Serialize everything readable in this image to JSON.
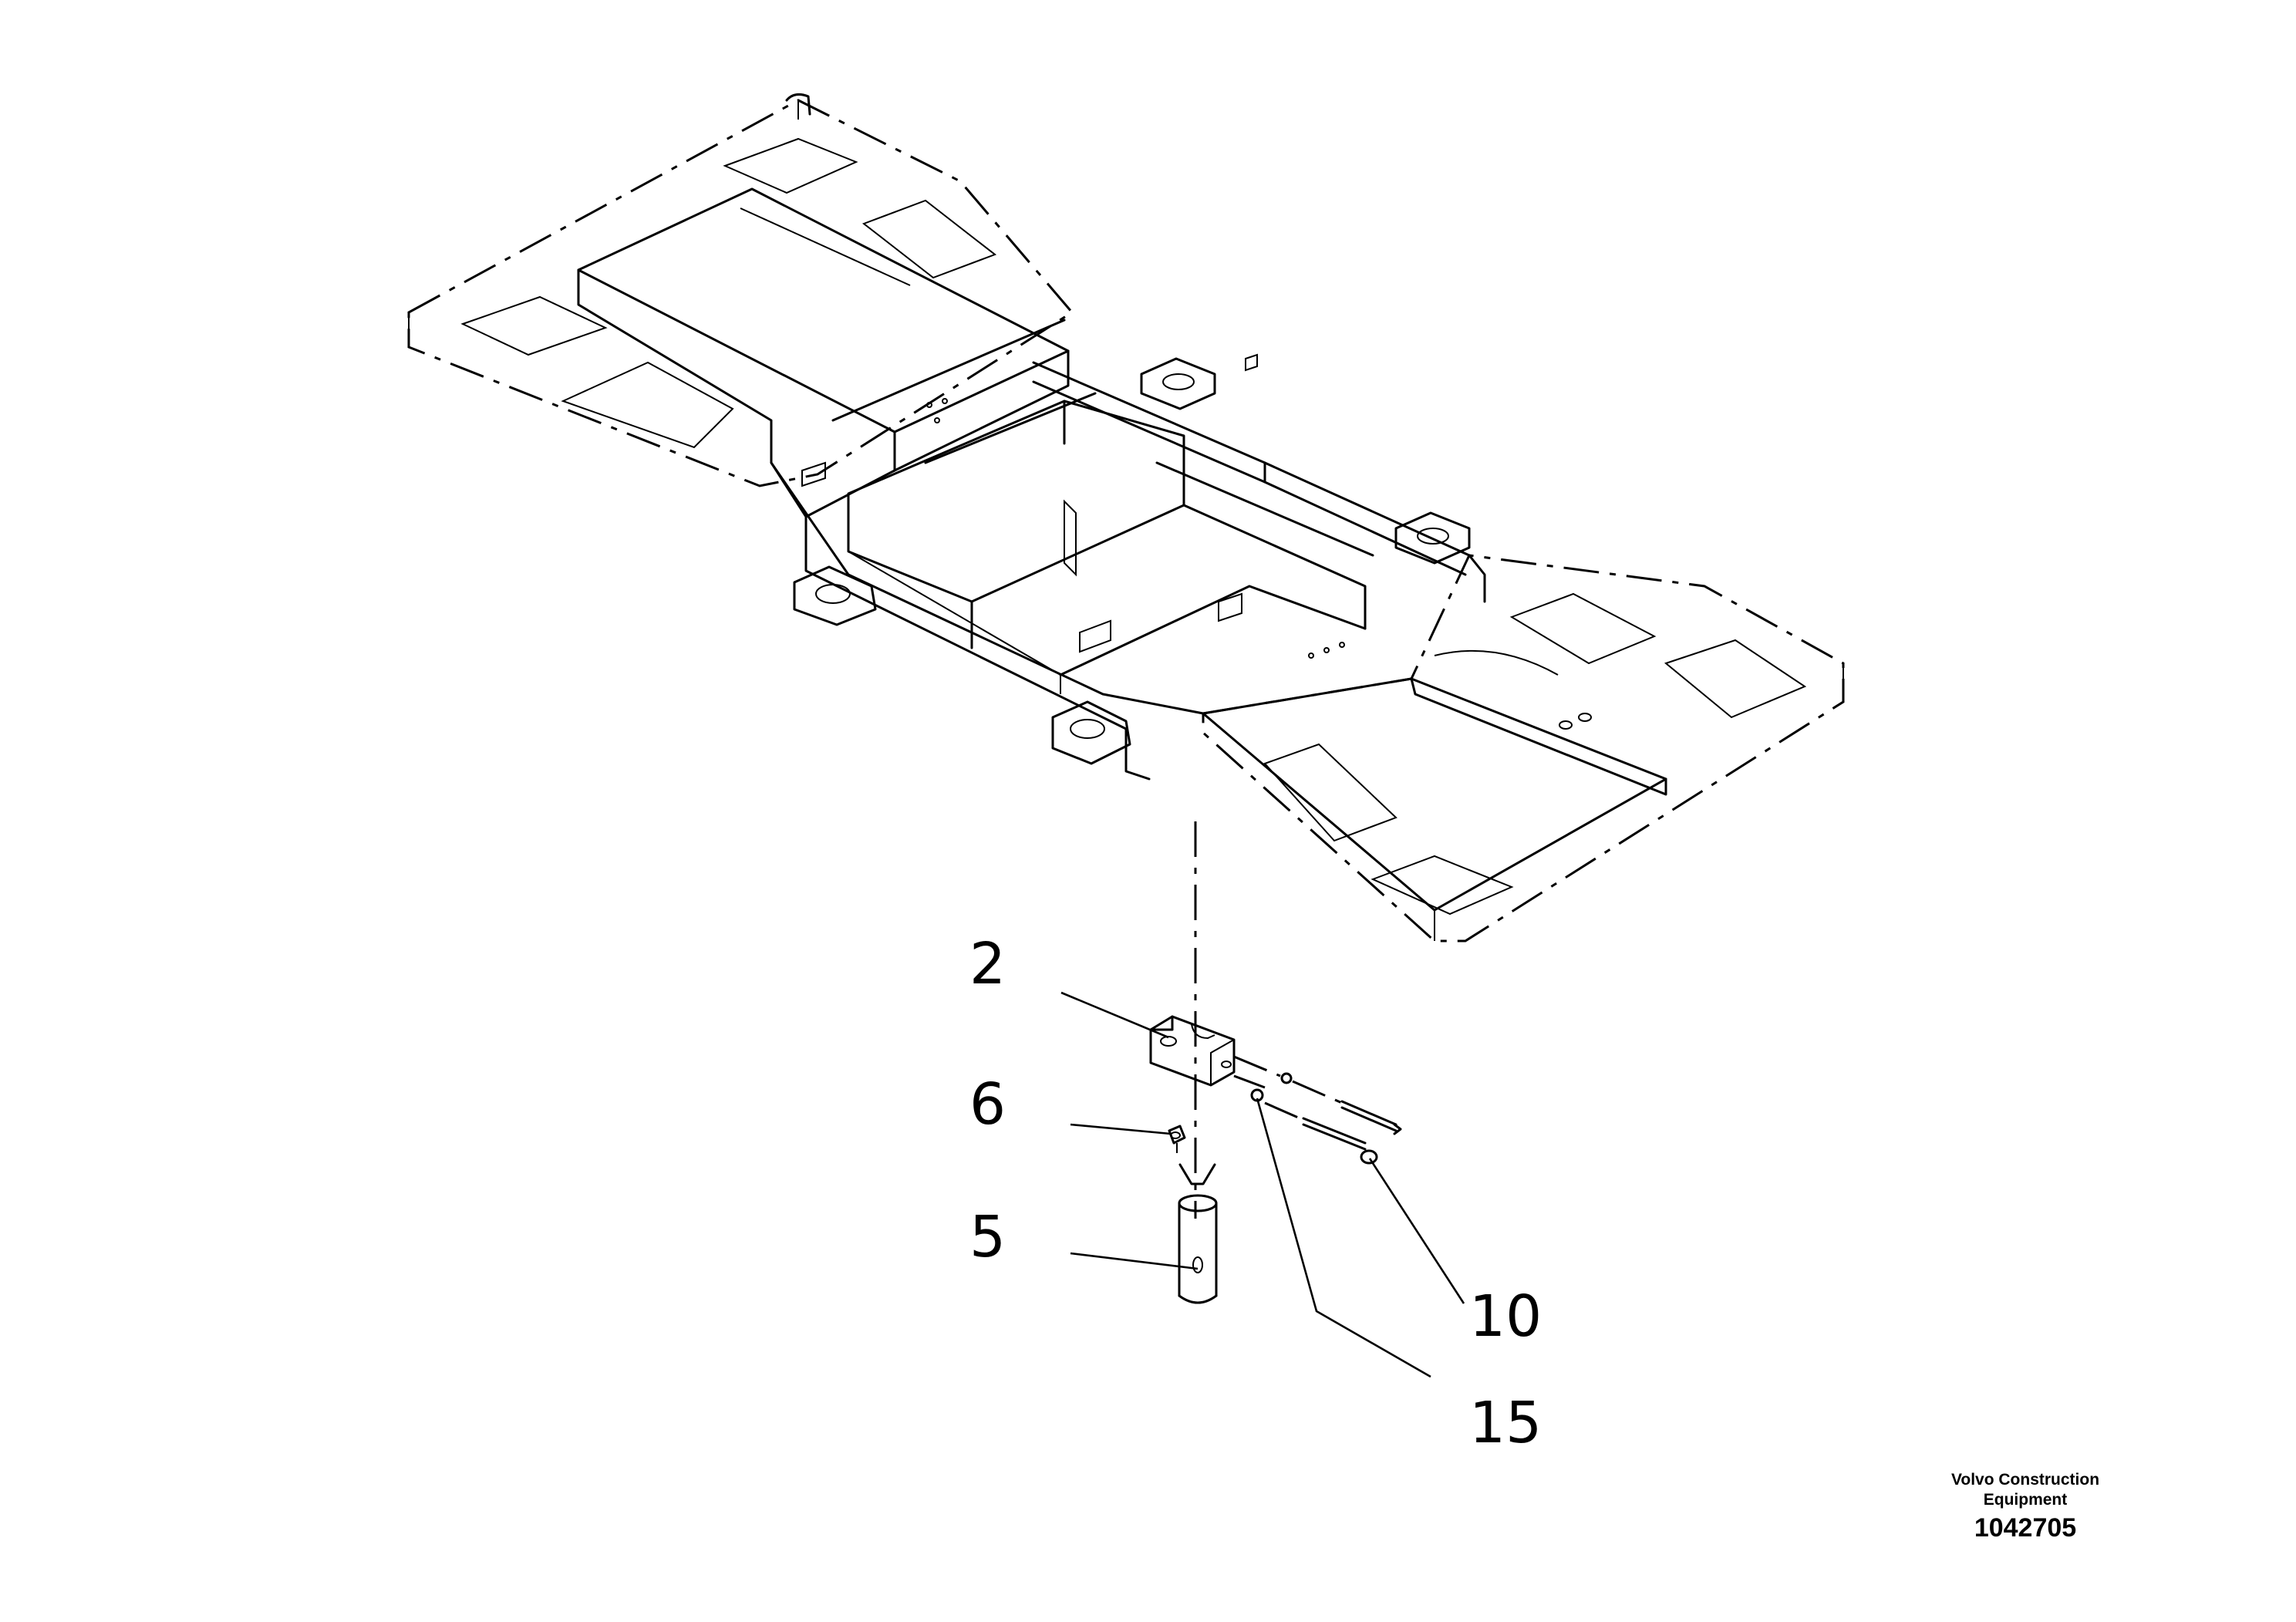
{
  "callouts": [
    {
      "id": "item-2",
      "label": "2"
    },
    {
      "id": "item-6",
      "label": "6"
    },
    {
      "id": "item-5",
      "label": "5"
    },
    {
      "id": "item-10",
      "label": "10"
    },
    {
      "id": "item-15",
      "label": "15"
    }
  ],
  "branding": {
    "company_line1": "Volvo Construction",
    "company_line2": "Equipment",
    "drawing_number": "1042705"
  }
}
